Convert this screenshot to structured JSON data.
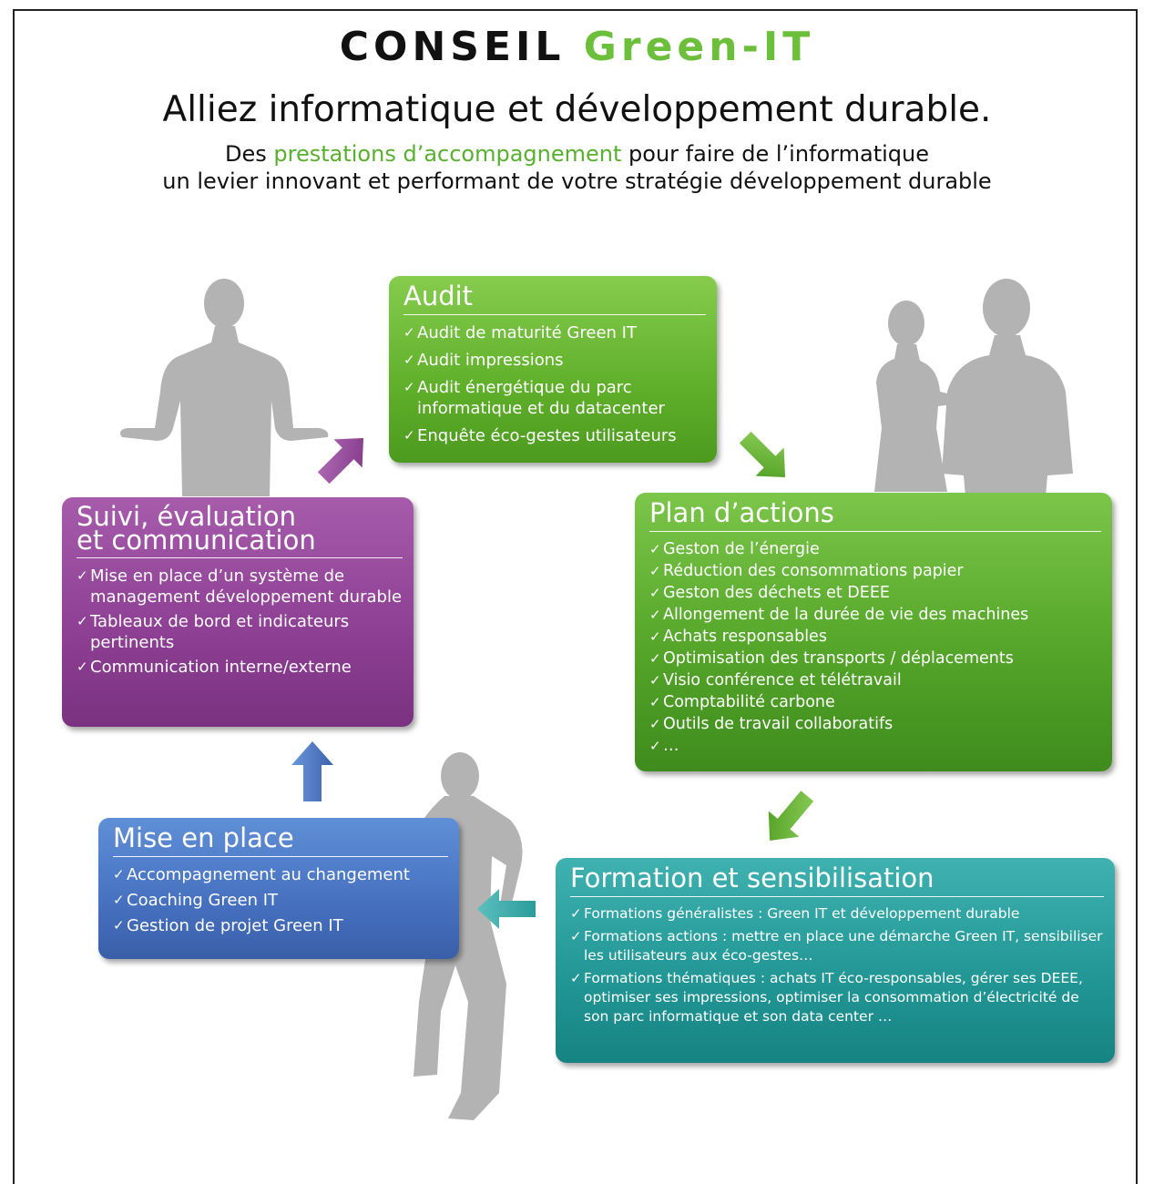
{
  "header": {
    "title_part1": "CONSEIL",
    "title_part2": "Green-IT",
    "subtitle": "Alliez informatique et développement durable.",
    "tagline_before": "Des ",
    "tagline_highlight": "prestations d’accompagnement",
    "tagline_after": " pour faire de l’informatique",
    "tagline_line2": "un levier innovant et performant de votre stratégie développement durable"
  },
  "colors": {
    "audit": "#6cbf3a",
    "plan": "#55a62a",
    "suivi": "#8d3f93",
    "mise": "#4671c0",
    "formation": "#219695",
    "accent_text": "#58b02e"
  },
  "steps": {
    "audit": {
      "title": "Audit",
      "items": [
        "Audit de maturité Green IT",
        "Audit impressions",
        "Audit énergétique du parc informatique et du datacenter",
        "Enquête éco-gestes utilisateurs"
      ]
    },
    "plan": {
      "title": "Plan d’actions",
      "items": [
        "Geston de l’énergie",
        "Réduction des consommations papier",
        "Geston des déchets et DEEE",
        "Allongement de la durée de vie des machines",
        "Achats responsables",
        "Optimisation des transports / déplacements",
        "Visio conférence et télétravail",
        "Comptabilité carbone",
        "Outils de travail collaboratifs",
        "…"
      ]
    },
    "suivi": {
      "title_line1": "Suivi, évaluation",
      "title_line2": "et communication",
      "items": [
        "Mise en place d’un système de management développement durable",
        "Tableaux de bord et indicateurs pertinents",
        "Communication interne/externe"
      ]
    },
    "mise": {
      "title": "Mise en place",
      "items": [
        "Accompagnement au changement",
        "Coaching Green IT",
        "Gestion de projet Green IT"
      ]
    },
    "formation": {
      "title": "Formation et sensibilisation",
      "items": [
        "Formations généralistes : Green IT et développement durable",
        "Formations actions : mettre en place une démarche Green IT, sensibiliser les utilisateurs aux éco-gestes…",
        "Formations thématiques : achats IT éco-responsables, gérer ses DEEE, optimiser ses impressions, optimiser la consommation d’électricité de son parc informatique et son data center …"
      ]
    }
  },
  "arrows": [
    "purple-arrow-up-right",
    "green-arrow-down-right",
    "green-arrow-down-left",
    "teal-arrow-left",
    "blue-arrow-up"
  ]
}
